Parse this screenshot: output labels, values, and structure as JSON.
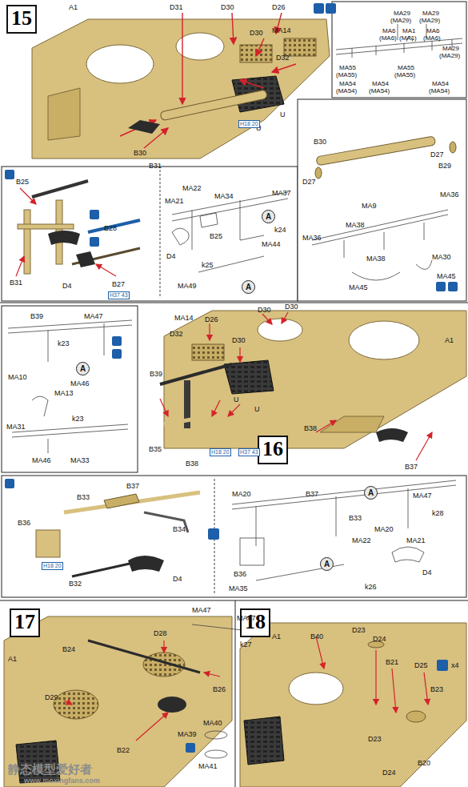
{
  "diagram": {
    "nodes": [
      {
        "text": [
          "15"
        ]
      },
      {
        "text": [
          "A"
        ]
      },
      {
        "text": [
          "A"
        ]
      },
      {
        "text": [
          "A"
        ]
      },
      {
        "text": [
          "16"
        ]
      },
      {
        "text": [
          "A"
        ]
      },
      {
        "text": [
          "A"
        ]
      },
      {
        "text": [
          "17"
        ]
      },
      {
        "text": [
          "18"
        ]
      }
    ],
    "labels": [
      "A1",
      "D31",
      "D30",
      "D30",
      "D26",
      "MA14",
      "D32",
      "U",
      "H18 20",
      "B30",
      "B31",
      "U",
      "MA29",
      "(MA29)",
      "MA29",
      "(MA29)",
      "MA6",
      "(MA6)",
      "MA1",
      "(MA1)",
      "MA6",
      "(MA6)",
      "MA29",
      "(MA29)",
      "MA55",
      "(MA55)",
      "MA54",
      "(MA54)",
      "MA55",
      "(MA55)",
      "MA54",
      "(MA54)",
      "MA54",
      "(MA54)",
      "B30",
      "D27",
      "D27",
      "B29",
      "MA36",
      "MA9",
      "MA38",
      "MA36",
      "MA38",
      "MA30",
      "MA45",
      "MA45",
      "B25",
      "B28",
      "D4",
      "B27",
      "B31",
      "H37 43",
      "MA22",
      "MA34",
      "MA21",
      "MA37",
      "B25",
      "k24",
      "MA44",
      "D4",
      "k25",
      "MA49",
      "B39",
      "MA47",
      "k23",
      "MA10",
      "MA46",
      "MA13",
      "k23",
      "MA31",
      "MA46",
      "MA33",
      "B39",
      "B35",
      "B38",
      "H18 20",
      "H37 43",
      "MA14",
      "D26",
      "D30",
      "D30",
      "D30",
      "D32",
      "U",
      "U",
      "A1",
      "B38",
      "B37",
      "B37",
      "B33",
      "B34",
      "B36",
      "H18 20",
      "B32",
      "D4",
      "MA20",
      "B37",
      "MA47",
      "k28",
      "B33",
      "MA20",
      "MA22",
      "MA21",
      "B36",
      "MA35",
      "D4",
      "k26",
      "A1",
      "B24",
      "D28",
      "MA47",
      "MA47",
      "k27",
      "D29",
      "B26",
      "B22",
      "MA40",
      "MA39",
      "MA41",
      "A1",
      "B40",
      "D23",
      "D24",
      "B21",
      "D25",
      "x4",
      "B23",
      "D23",
      "D24",
      "B20",
      "静态模型爱好者",
      "www.moxingfans.com"
    ]
  }
}
